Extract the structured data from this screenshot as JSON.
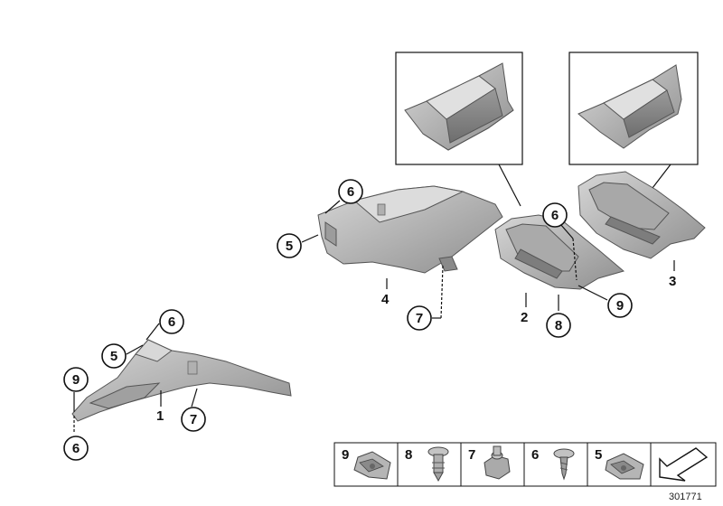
{
  "diagram_number": "301771",
  "parts": [
    {
      "id": "part-1",
      "number": "1"
    },
    {
      "id": "part-2",
      "number": "2"
    },
    {
      "id": "part-3",
      "number": "3"
    },
    {
      "id": "part-4",
      "number": "4"
    }
  ],
  "callouts": [
    {
      "id": "c6-left-top",
      "number": "6"
    },
    {
      "id": "c5-left",
      "number": "5"
    },
    {
      "id": "c9-left",
      "number": "9"
    },
    {
      "id": "c7-left",
      "number": "7"
    },
    {
      "id": "c6-left-bottom",
      "number": "6"
    },
    {
      "id": "c6-mid",
      "number": "6"
    },
    {
      "id": "c5-mid",
      "number": "5"
    },
    {
      "id": "c7-mid",
      "number": "7"
    },
    {
      "id": "c6-right",
      "number": "6"
    },
    {
      "id": "c9-right",
      "number": "9"
    },
    {
      "id": "c8-right",
      "number": "8"
    }
  ],
  "legend": [
    {
      "number": "9",
      "icon": "clip-nut-icon"
    },
    {
      "number": "8",
      "icon": "expanding-rivet-icon"
    },
    {
      "number": "7",
      "icon": "hex-nut-icon"
    },
    {
      "number": "6",
      "icon": "screw-icon"
    },
    {
      "number": "5",
      "icon": "clip-nut-icon"
    },
    {
      "number": "",
      "icon": "arrow-icon"
    }
  ],
  "colors": {
    "part_light": "#c9c9c9",
    "part_mid": "#a3a3a3",
    "part_dark": "#7a7a7a",
    "line": "#111111"
  }
}
